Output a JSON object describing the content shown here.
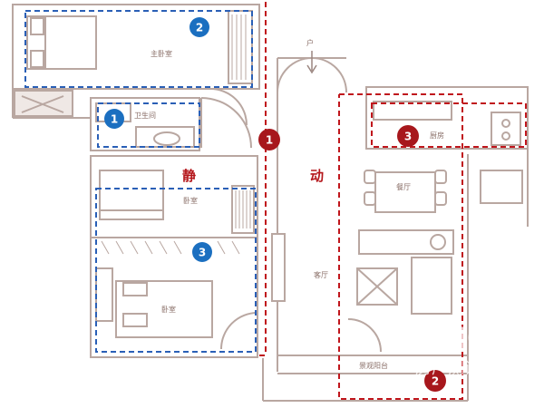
{
  "colors": {
    "wall": "#b9a7a1",
    "wall_fill": "#efe8e5",
    "quiet_zone": "#2a5fb6",
    "active_zone": "#c0161c",
    "badge_blue": "#1b6fc0",
    "badge_red": "#a7171c"
  },
  "zones": {
    "quiet_label": "静",
    "active_label": "动"
  },
  "rooms": {
    "master_bedroom": "主卧室",
    "bathroom": "卫生间",
    "bedroom_upper": "卧室",
    "bedroom_lower": "卧室",
    "dining": "餐厅",
    "living": "客厅",
    "kitchen": "厨房",
    "entrance": "户",
    "balcony": "景观阳台"
  },
  "badges": {
    "blue": [
      "1",
      "2",
      "3"
    ],
    "red": [
      "1",
      "2",
      "3"
    ]
  },
  "watermark": {
    "brand": "CRIC",
    "sub": "房产测评"
  }
}
